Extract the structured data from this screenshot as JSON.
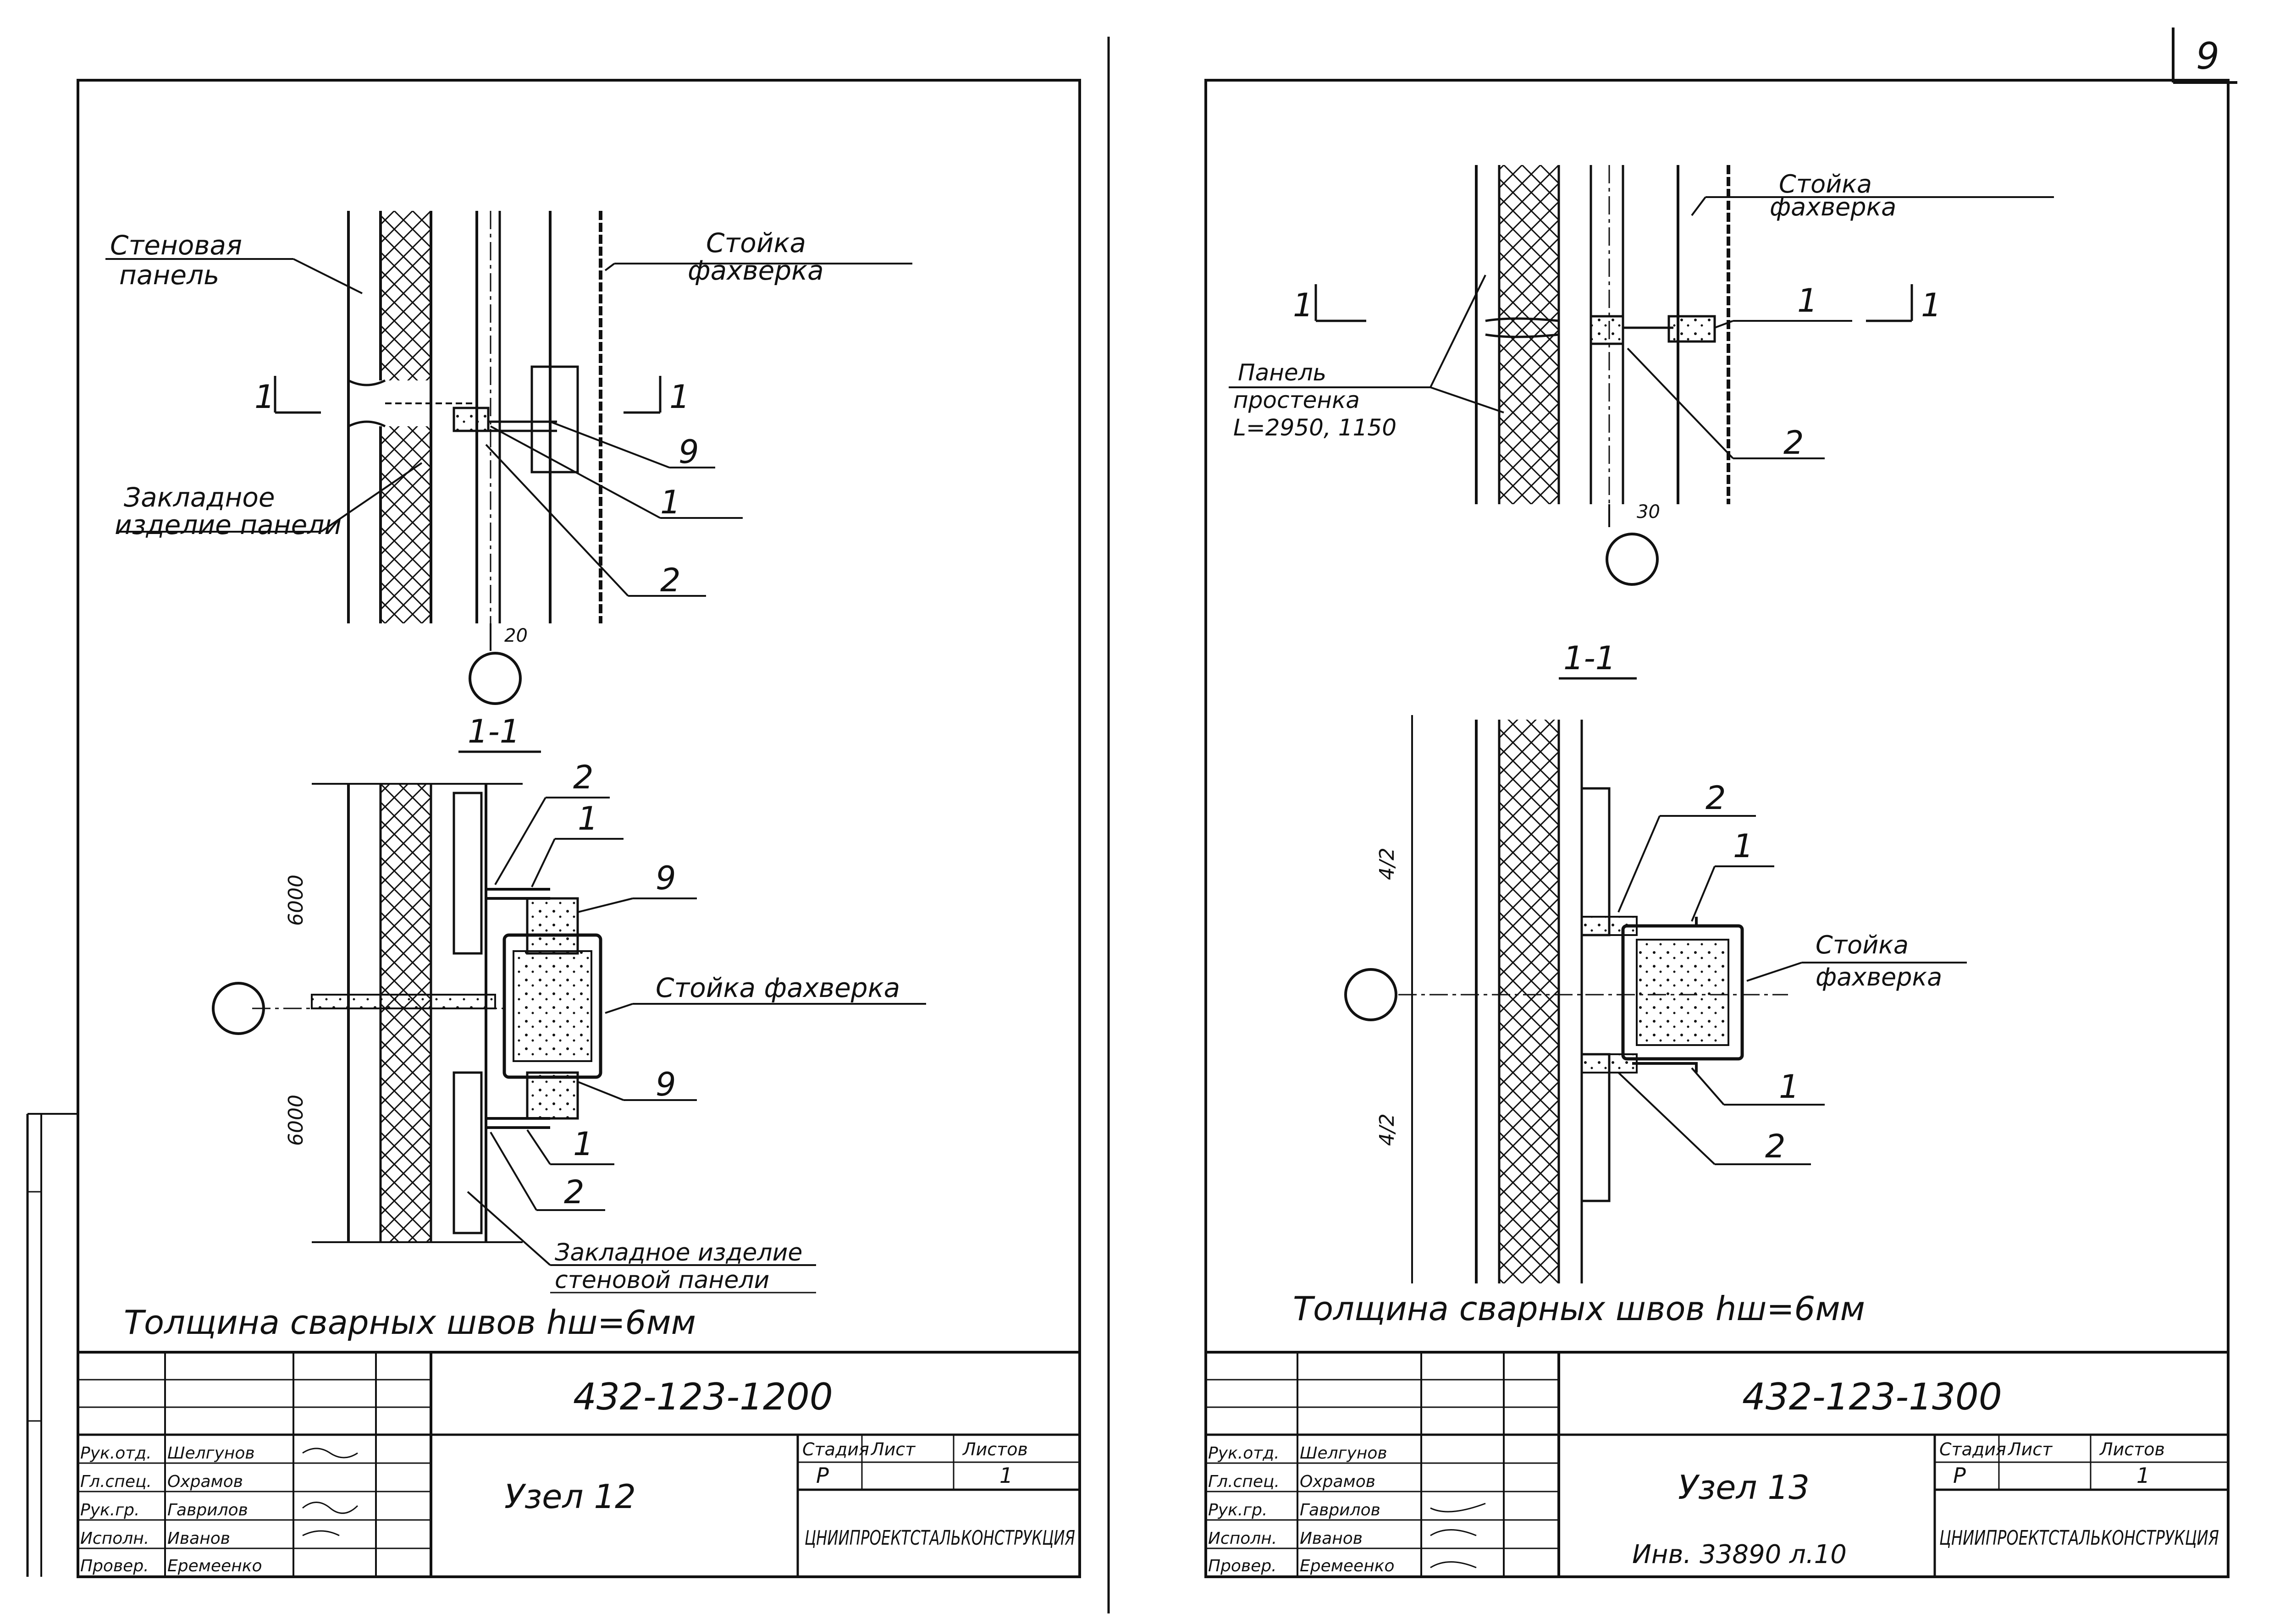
{
  "page": {
    "number": "9"
  },
  "left_sheet": {
    "plan_labels": {
      "wall_panel": [
        "Стеновая",
        "панель"
      ],
      "facade_post": [
        "Стойка",
        "фахверка"
      ],
      "embedded_part": [
        "Закладное",
        "изделие панели"
      ],
      "section_mark_left": "1",
      "section_mark_right": "1",
      "dimension": "20",
      "pos_9": "9",
      "pos_1": "1",
      "pos_2": "2"
    },
    "section_title": "1-1",
    "section_labels": {
      "pos_2_top": "2",
      "pos_1_top": "1",
      "pos_9_top": "9",
      "facade_post": "Стойка фахверка",
      "pos_9_bottom": "9",
      "pos_1_bottom": "1",
      "pos_2_bottom": "2",
      "embedded_part": [
        "Закладное изделие",
        "стеновой панели"
      ],
      "dim_top": "6000",
      "dim_bottom": "6000"
    },
    "weld_note": "Толщина сварных швов hш=6мм",
    "title_block": {
      "doc_code": "432-123-1200",
      "title": "Узел 12",
      "stage_header": "Стадия",
      "sheet_header": "Лист",
      "sheets_header": "Листов",
      "stage": "Р",
      "sheet": "1",
      "sheets": "",
      "org": "ЦНИИПРОЕКТСТАЛЬКОНСТРУКЦИЯ",
      "staff_rows": [
        [
          "Рук.отд.",
          "Шелгунов"
        ],
        [
          "Гл.спец.",
          "Охрамов"
        ],
        [
          "Рук.гр.",
          "Гаврилов"
        ],
        [
          "Исполн.",
          "Иванов"
        ],
        [
          "Провер.",
          "Еремеенко"
        ]
      ]
    }
  },
  "right_sheet": {
    "plan_labels": {
      "facade_post": [
        "Стойка",
        "фахверка"
      ],
      "pier_panel": [
        "Панель",
        "простенка",
        "L=2950, 1150"
      ],
      "section_mark_left": "1",
      "section_mark_right": "1",
      "dimension": "30",
      "pos_1": "1",
      "pos_2": "2"
    },
    "section_title": "1-1",
    "section_labels": {
      "pos_2_top": "2",
      "pos_1_top": "1",
      "facade_post": [
        "Стойка",
        "фахверка"
      ],
      "pos_1_bottom": "1",
      "pos_2_bottom": "2",
      "dim_top": "4/2",
      "dim_bottom": "4/2"
    },
    "weld_note": "Толщина сварных швов hш=6мм",
    "title_block": {
      "doc_code": "432-123-1300",
      "title": "Узел 13",
      "inventory": "Инв. 33890 л.10",
      "stage_header": "Стадия",
      "sheet_header": "Лист",
      "sheets_header": "Листов",
      "stage": "Р",
      "sheet": "1",
      "sheets": "",
      "org": "ЦНИИПРОЕКТСТАЛЬКОНСТРУКЦИЯ",
      "staff_rows": [
        [
          "Рук.отд.",
          "Шелгунов"
        ],
        [
          "Гл.спец.",
          "Охрамов"
        ],
        [
          "Рук.гр.",
          "Гаврилов"
        ],
        [
          "Исполн.",
          "Иванов"
        ],
        [
          "Провер.",
          "Еремеенко"
        ]
      ]
    }
  },
  "colors": {
    "ink": "#111111",
    "paper": "#ffffff"
  }
}
